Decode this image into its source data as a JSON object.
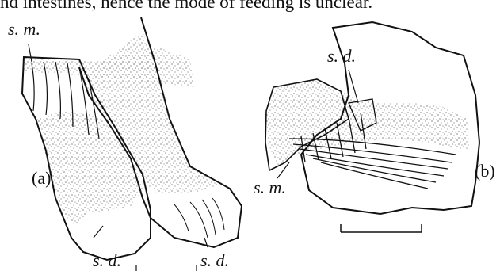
{
  "caption_fragment": "nd intestines, hence the mode of feeding is unclear.",
  "labels": {
    "sm": "s. m.",
    "sd": "s. d."
  },
  "panels": {
    "a": "(a)",
    "b": "(b)"
  }
}
